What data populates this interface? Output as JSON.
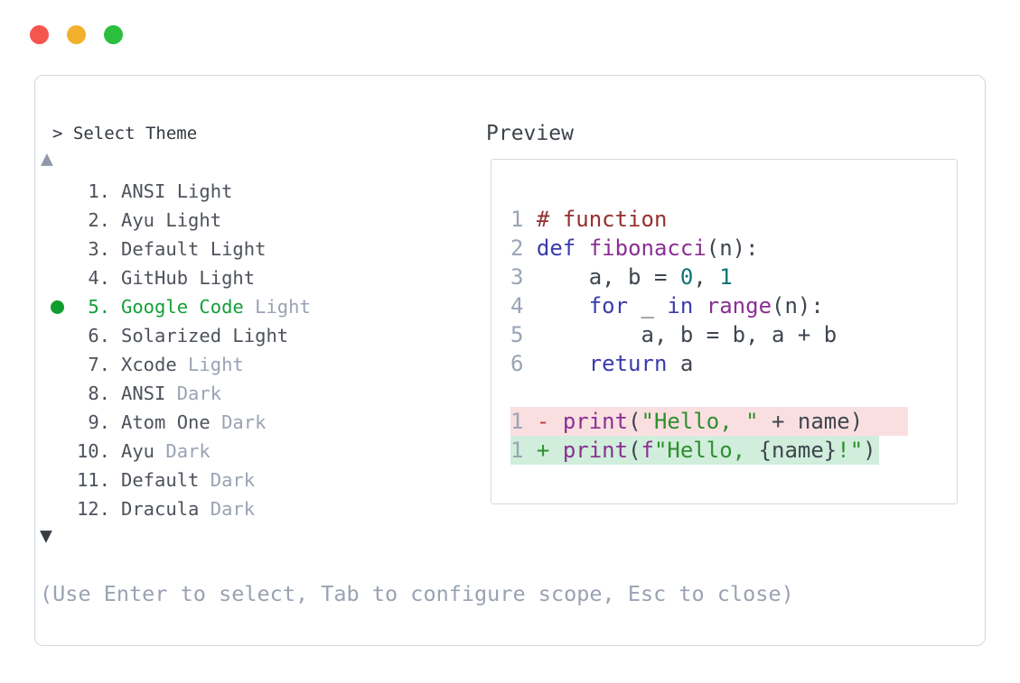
{
  "window_controls": {
    "close_color": "#f4564d",
    "minimize_color": "#f2b12d",
    "zoom_color": "#2abf3c"
  },
  "prompt": {
    "text": "> Select Theme"
  },
  "scroll": {
    "up_symbol": "▲",
    "down_symbol": "▼"
  },
  "theme_list": {
    "items": [
      {
        "number": "1.",
        "name": "ANSI Light",
        "suffix": "",
        "selected": false
      },
      {
        "number": "2.",
        "name": "Ayu Light",
        "suffix": "",
        "selected": false
      },
      {
        "number": "3.",
        "name": "Default Light",
        "suffix": "",
        "selected": false
      },
      {
        "number": "4.",
        "name": "GitHub Light",
        "suffix": "",
        "selected": false
      },
      {
        "number": "5.",
        "name": "Google Code",
        "suffix": "Light",
        "selected": true
      },
      {
        "number": "6.",
        "name": "Solarized Light",
        "suffix": "",
        "selected": false
      },
      {
        "number": "7.",
        "name": "Xcode",
        "suffix": "Light",
        "selected": false
      },
      {
        "number": "8.",
        "name": "ANSI",
        "suffix": "Dark",
        "selected": false
      },
      {
        "number": "9.",
        "name": "Atom One",
        "suffix": "Dark",
        "selected": false
      },
      {
        "number": "10.",
        "name": "Ayu",
        "suffix": "Dark",
        "selected": false
      },
      {
        "number": "11.",
        "name": "Default",
        "suffix": "Dark",
        "selected": false
      },
      {
        "number": "12.",
        "name": "Dracula",
        "suffix": "Dark",
        "selected": false
      }
    ]
  },
  "preview": {
    "label": "Preview",
    "code_lines": [
      {
        "num": "1",
        "tokens": [
          [
            "# function",
            "com"
          ]
        ]
      },
      {
        "num": "2",
        "tokens": [
          [
            "def",
            "kw"
          ],
          [
            " ",
            "pl"
          ],
          [
            "fibonacci",
            "fn"
          ],
          [
            "(n):",
            "pl"
          ]
        ]
      },
      {
        "num": "3",
        "tokens": [
          [
            "    a, b = ",
            "pl"
          ],
          [
            "0",
            "num"
          ],
          [
            ", ",
            "pl"
          ],
          [
            "1",
            "num"
          ]
        ]
      },
      {
        "num": "4",
        "tokens": [
          [
            "    ",
            "pl"
          ],
          [
            "for",
            "kw"
          ],
          [
            " _ ",
            "pl"
          ],
          [
            "in",
            "kw"
          ],
          [
            " ",
            "pl"
          ],
          [
            "range",
            "fn"
          ],
          [
            "(n):",
            "pl"
          ]
        ]
      },
      {
        "num": "5",
        "tokens": [
          [
            "        a, b = b, a + b",
            "pl"
          ]
        ]
      },
      {
        "num": "6",
        "tokens": [
          [
            "    ",
            "pl"
          ],
          [
            "return",
            "kw"
          ],
          [
            " a",
            "pl"
          ]
        ]
      }
    ],
    "diff_lines": [
      {
        "num": "1",
        "sign": "-",
        "type": "removed",
        "tokens": [
          [
            "print",
            "fn"
          ],
          [
            "(",
            "pl"
          ],
          [
            "\"Hello, \"",
            "str"
          ],
          [
            " + name)",
            "pl"
          ]
        ]
      },
      {
        "num": "1",
        "sign": "+",
        "type": "added",
        "tokens": [
          [
            "print",
            "fn"
          ],
          [
            "(",
            "pl"
          ],
          [
            "f",
            "fn"
          ],
          [
            "\"Hello, ",
            "str"
          ],
          [
            "{name}",
            "pl"
          ],
          [
            "!\"",
            "str"
          ],
          [
            ")",
            "pl"
          ]
        ]
      }
    ]
  },
  "footer": {
    "hint": "(Use Enter to select, Tab to configure scope, Esc to close)"
  },
  "colors": {
    "selected_green": "#149e37",
    "muted_gray": "#9aa3b4",
    "text_dark": "#3f4650",
    "keyword_blue": "#3a3bae",
    "function_purple": "#8b2f93",
    "string_green": "#2f8f2f",
    "number_teal": "#0d7474",
    "comment_red": "#963030",
    "diff_removed_bg": "#fadfe1",
    "diff_added_bg": "#d0eedb",
    "diff_minus": "#cc3836",
    "diff_plus": "#2f8f2f",
    "panel_border": "#d2d7df"
  }
}
